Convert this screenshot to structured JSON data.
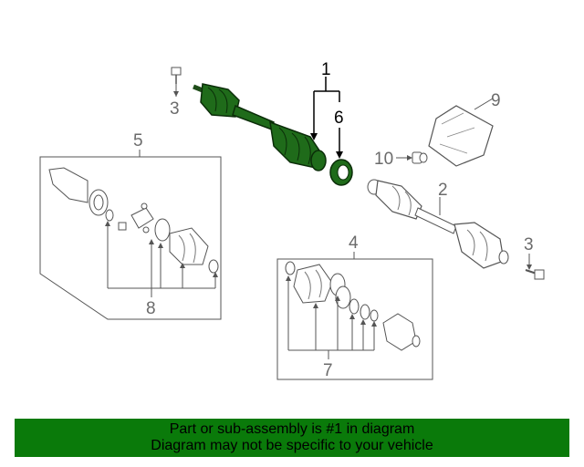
{
  "colors": {
    "highlight": "#1f6b1a",
    "line": "#555555",
    "footer_bg": "#0a7a0a"
  },
  "callouts": {
    "c1": "1",
    "c2": "2",
    "c3a": "3",
    "c3b": "3",
    "c4": "4",
    "c5": "5",
    "c6": "6",
    "c7": "7",
    "c8": "8",
    "c9": "9",
    "c10": "10"
  },
  "footer": {
    "line1": "Part or sub-assembly is #1 in diagram",
    "line2": "Diagram may not be specific to your vehicle"
  }
}
